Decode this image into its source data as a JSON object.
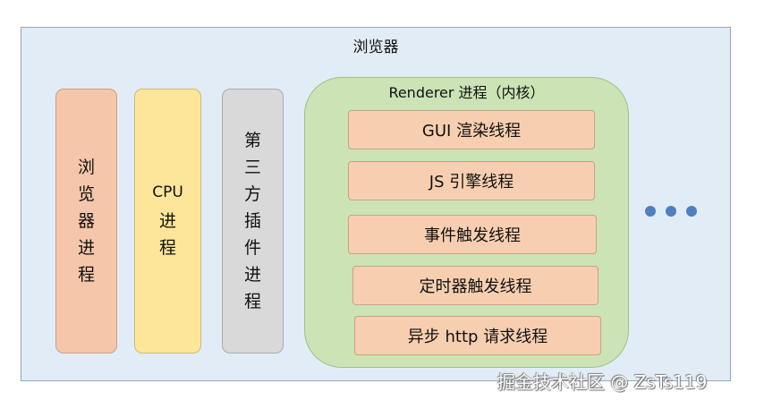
{
  "browser": {
    "title": "浏览器"
  },
  "processes": {
    "browser_process": {
      "chars": [
        "浏",
        "览",
        "器",
        "进",
        "程"
      ]
    },
    "cpu_process": {
      "label": "CPU",
      "chars": [
        "进",
        "程"
      ]
    },
    "plugin_process": {
      "chars": [
        "第",
        "三",
        "方",
        "插",
        "件",
        "进",
        "程"
      ]
    }
  },
  "renderer": {
    "title": "Renderer 进程（内核）",
    "threads": [
      "GUI 渲染线程",
      "JS 引擎线程",
      "事件触发线程",
      "定时器触发线程",
      "异步 http 请求线程"
    ]
  },
  "colors": {
    "browser_bg": "#e2ecf7",
    "browser_process": "#f5c6aa",
    "cpu_process": "#fde69a",
    "plugin_process": "#d9d9d9",
    "renderer_bg": "#cbe3b5",
    "thread_bg": "#f7cfb0",
    "ellipsis_dots": "#4f7fbf"
  },
  "watermark": "掘金技术社区 @ ZsTs119"
}
